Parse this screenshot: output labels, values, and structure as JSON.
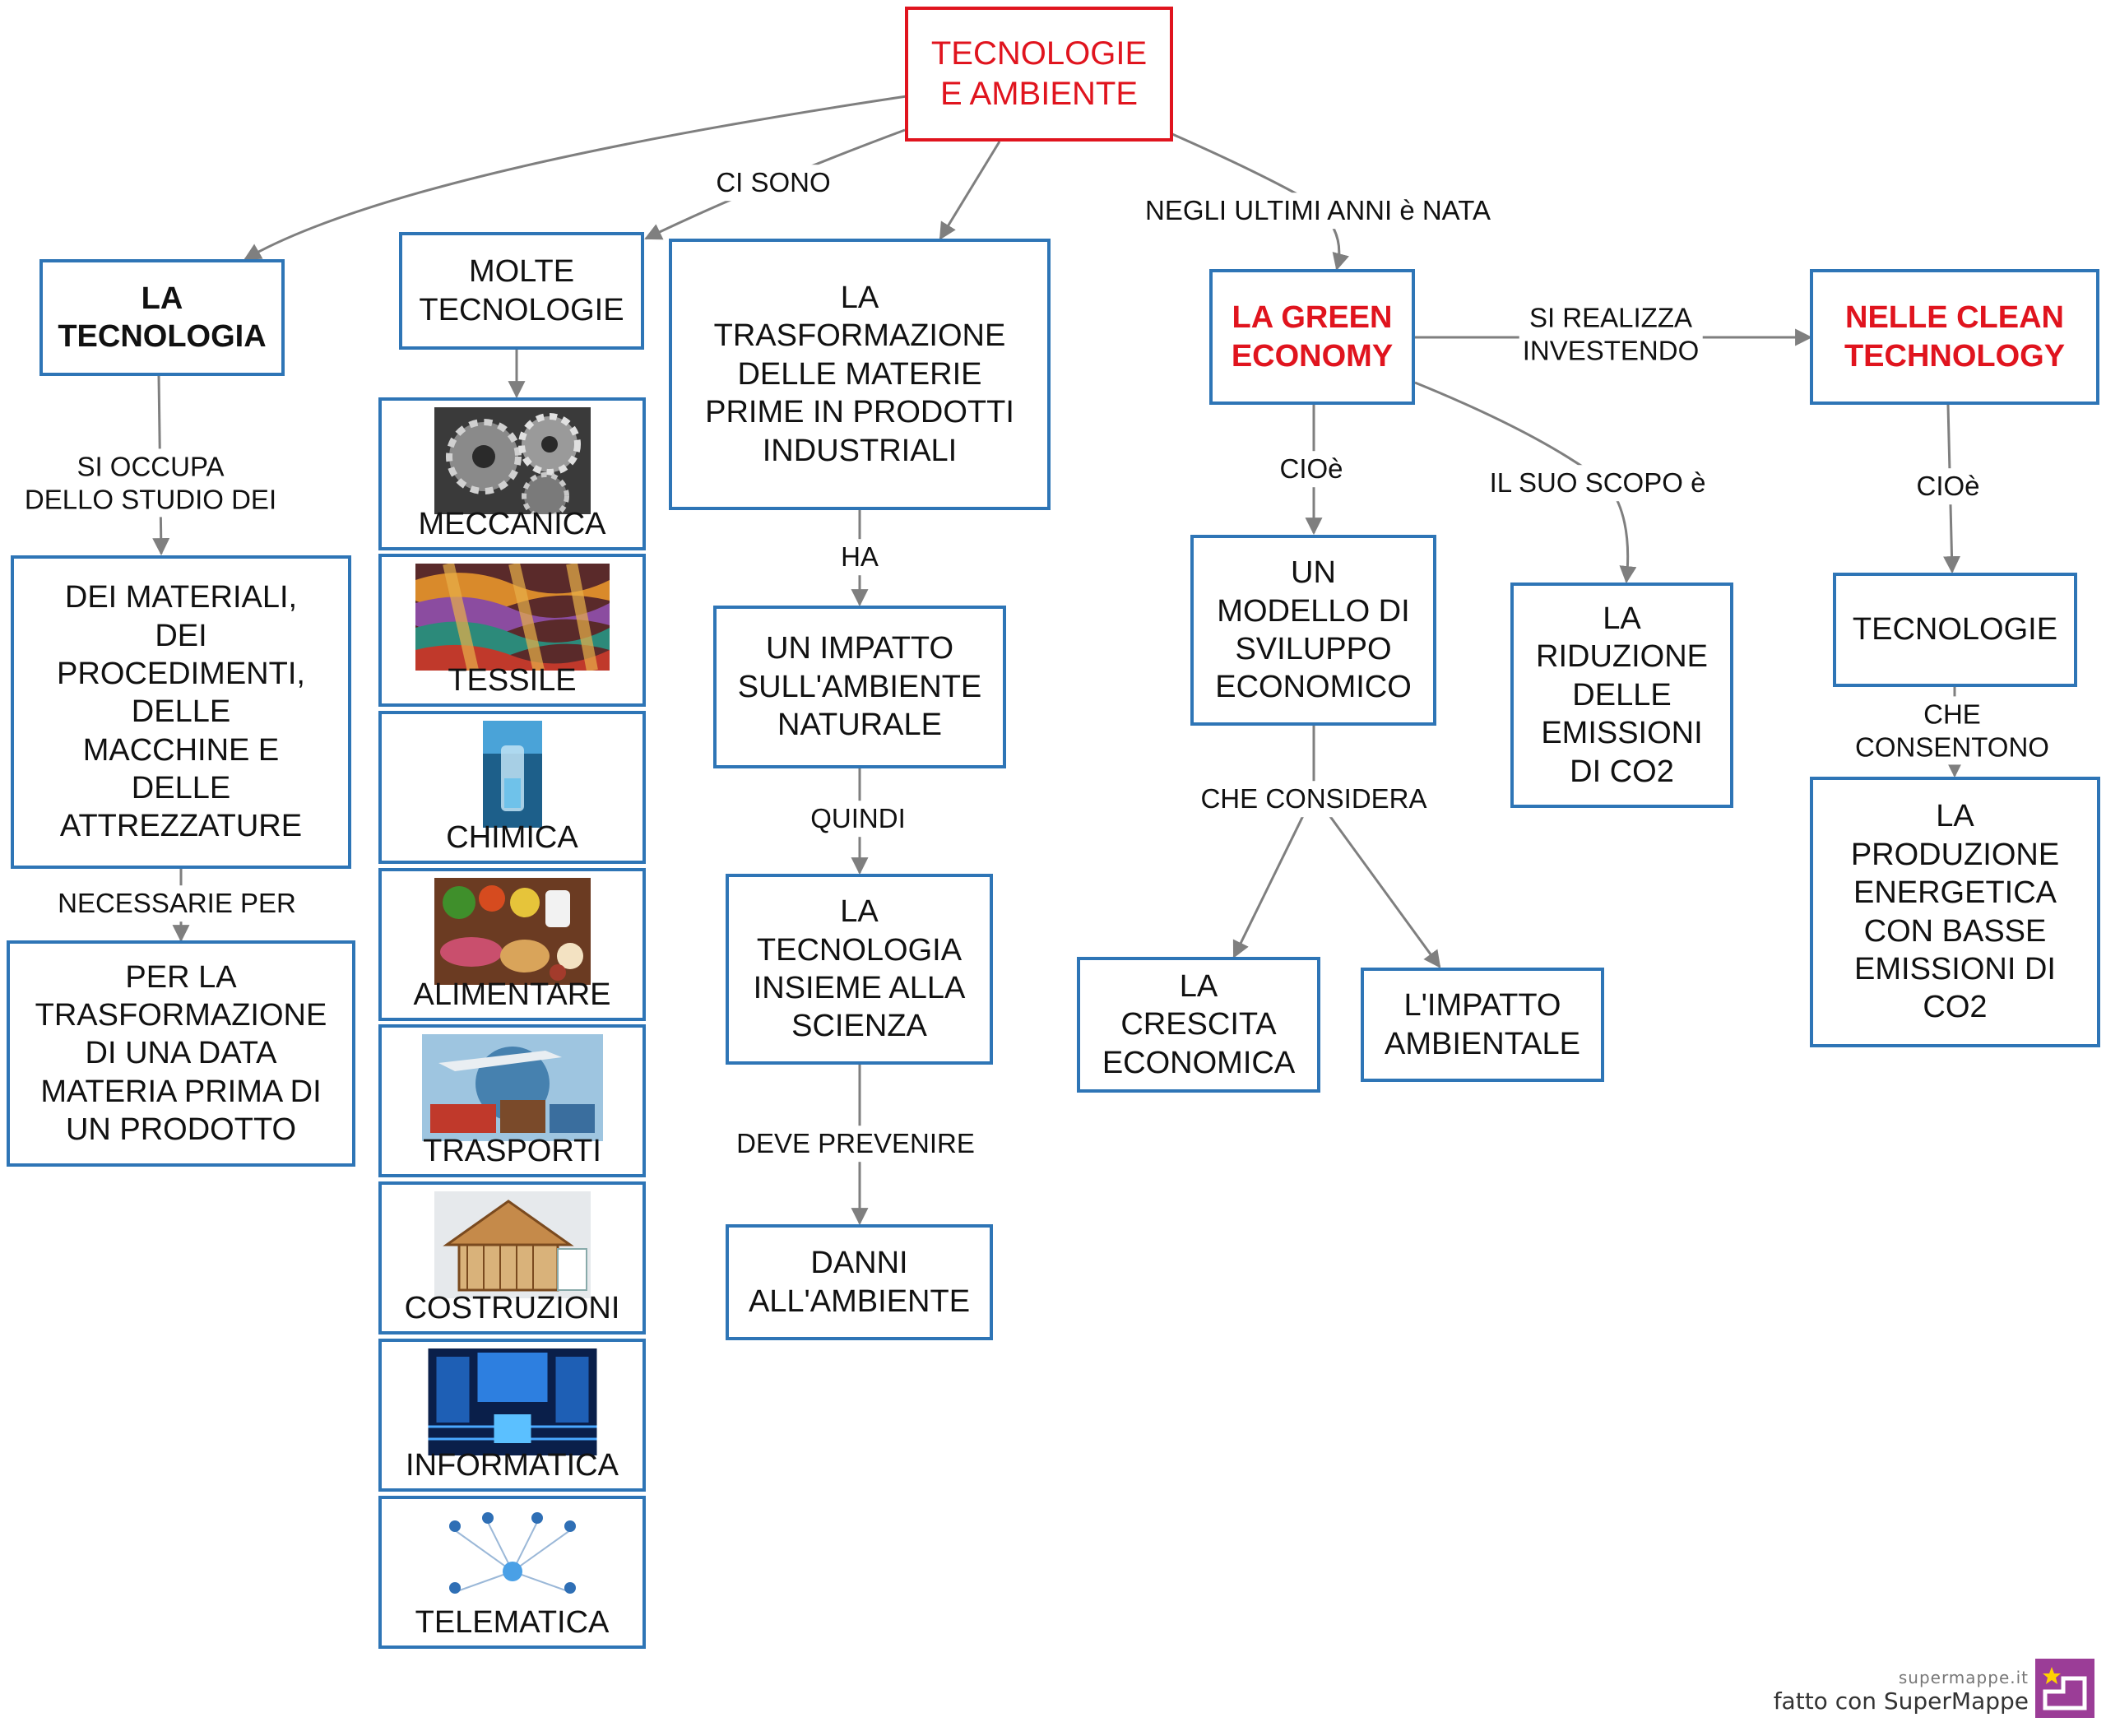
{
  "root": {
    "label": "TECNOLOGIE\nE AMBIENTE"
  },
  "nodes": {
    "la_tecnologia": "LA\nTECNOLOGIA",
    "dei_materiali": "DEI MATERIALI,\nDEI\nPROCEDIMENTI,\nDELLE\nMACCHINE E\nDELLE\nATTREZZATURE",
    "per_la_trasformazione": "PER LA\nTRASFORMAZIONE\nDI UNA DATA\nMATERIA PRIMA DI\nUN PRODOTTO",
    "molte_tecnologie": "MOLTE\nTECNOLOGIE",
    "trasformazione_materie": "LA\nTRASFORMAZIONE\nDELLE MATERIE\nPRIME IN PRODOTTI\nINDUSTRIALI",
    "impatto": "UN IMPATTO\nSULL'AMBIENTE\nNATURALE",
    "tecnologia_scienza": "LA\nTECNOLOGIA\nINSIEME ALLA\nSCIENZA",
    "danni": "DANNI\nALL'AMBIENTE",
    "green_economy": "LA GREEN\nECONOMY",
    "clean_technology": "NELLE CLEAN\nTECHNOLOGY",
    "modello_sviluppo": "UN\nMODELLO DI\nSVILUPPO\nECONOMICO",
    "riduzione_emissioni": "LA\nRIDUZIONE\nDELLE\nEMISSIONI\nDI CO2",
    "crescita_economica": "LA\nCRESCITA\nECONOMICA",
    "impatto_ambientale": "L'IMPATTO\nAMBIENTALE",
    "tecnologie": "TECNOLOGIE",
    "produzione_energetica": "LA\nPRODUZIONE\nENERGETICA\nCON BASSE\nEMISSIONI DI\nCO2"
  },
  "technologies": [
    {
      "label": "MECCANICA",
      "icon": "gears-photo"
    },
    {
      "label": "TESSILE",
      "icon": "yarn-photo"
    },
    {
      "label": "CHIMICA",
      "icon": "lab-flask-photo"
    },
    {
      "label": "ALIMENTARE",
      "icon": "food-photo"
    },
    {
      "label": "TRASPORTI",
      "icon": "transport-photo"
    },
    {
      "label": "COSTRUZIONI",
      "icon": "house-construction-photo"
    },
    {
      "label": "INFORMATICA",
      "icon": "server-room-photo"
    },
    {
      "label": "TELEMATICA",
      "icon": "network-people-photo"
    }
  ],
  "link_labels": {
    "ci_sono": "CI SONO",
    "negli_ultimi_anni": "NEGLI ULTIMI ANNI è NATA",
    "si_occupa": "SI OCCUPA\nDELLO STUDIO DEI",
    "necessarie_per": "NECESSARIE PER",
    "ha": "HA",
    "quindi": "QUINDI",
    "deve_prevenire": "DEVE PREVENIRE",
    "si_realizza": "SI REALIZZA\nINVESTENDO",
    "cioe_green": "CIOè",
    "il_suo_scopo": "IL SUO SCOPO è",
    "cioe_clean": "CIOè",
    "che_considera": "CHE CONSIDERA",
    "che_consentono": "CHE CONSENTONO"
  },
  "branding": {
    "site": "supermappe.it",
    "tagline": "fatto con SuperMappe"
  },
  "colors": {
    "box_border": "#2e75b6",
    "root_border": "#e0141e",
    "highlight_text": "#e0141e",
    "connector": "#7f7f7f",
    "brand_logo": "#9b3d97"
  }
}
